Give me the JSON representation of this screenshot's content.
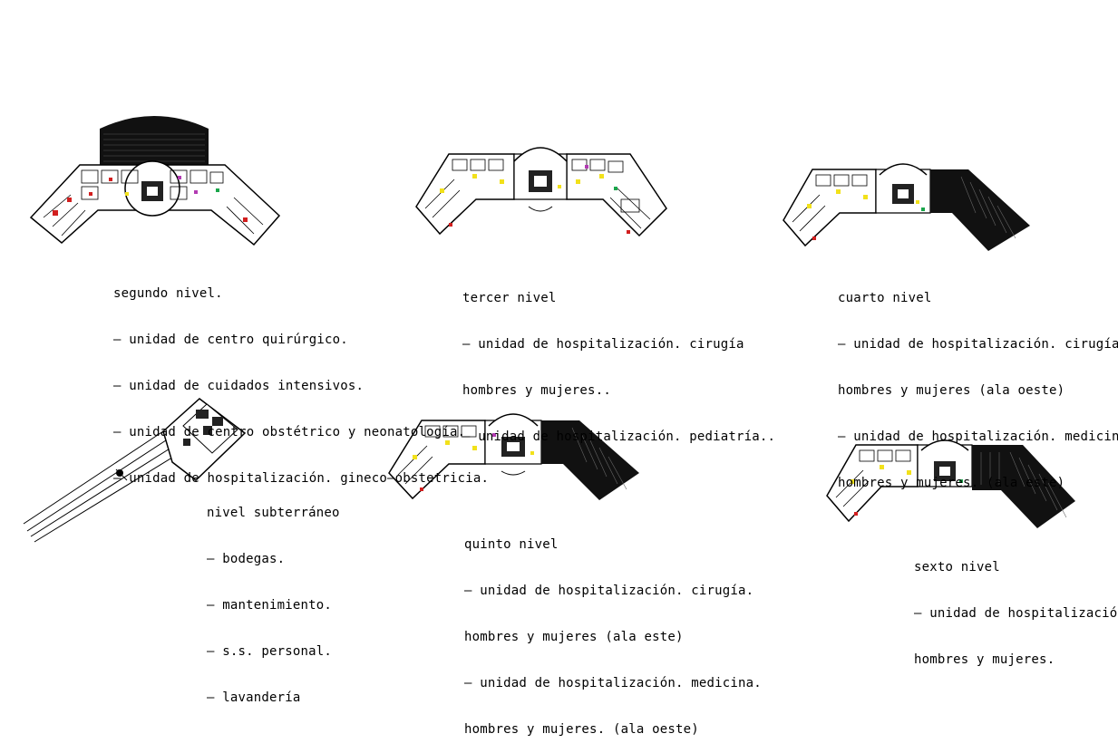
{
  "colors": {
    "ink": "#000000",
    "background": "#ffffff",
    "accent_yellow": "#f2e11a",
    "accent_red": "#d21f1f",
    "accent_green": "#1aa64b",
    "accent_magenta": "#b23bb2"
  },
  "levels": [
    {
      "id": "segundo",
      "title": "segundo nivel.",
      "items": [
        "— unidad de centro quirúrgico.",
        "— unidad de cuidados intensivos.",
        "— unidad de centro obstétrico y neonatología.",
        "— unidad de hospitalización. gineco—obstetricia."
      ]
    },
    {
      "id": "tercer",
      "title": "tercer nivel",
      "items": [
        "— unidad de hospitalización. cirugía",
        "hombres y mujeres..",
        "— unidad de hospitalización. pediatría.."
      ]
    },
    {
      "id": "cuarto",
      "title": "cuarto nivel",
      "items": [
        "— unidad de hospitalización. cirugía.",
        "hombres y mujeres (ala oeste)",
        "— unidad de hospitalización. medicina.",
        "hombres y mujeres. (ala este)"
      ]
    },
    {
      "id": "subterraneo",
      "title": "nivel subterráneo",
      "items": [
        "— bodegas.",
        "— mantenimiento.",
        "— s.s. personal.",
        "— lavandería"
      ]
    },
    {
      "id": "quinto",
      "title": "quinto nivel",
      "items": [
        "— unidad de hospitalización. cirugía.",
        "hombres y mujeres (ala este)",
        "— unidad de hospitalización. medicina.",
        "hombres y mujeres. (ala oeste)"
      ]
    },
    {
      "id": "sexto",
      "title": "sexto nivel",
      "items": [
        "— unidad de hospitalización.",
        "hombres y mujeres."
      ]
    }
  ]
}
